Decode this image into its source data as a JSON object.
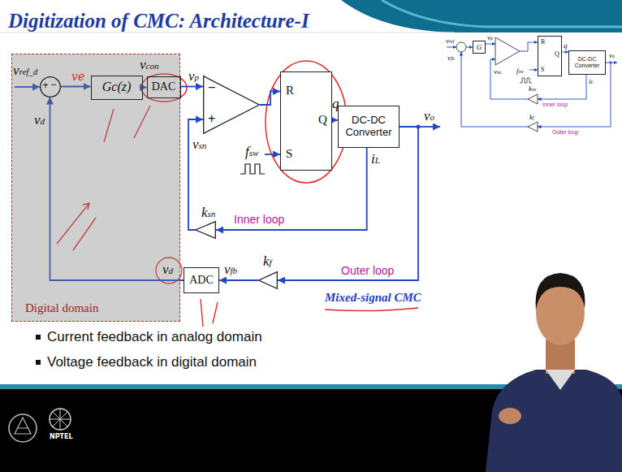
{
  "diagram": {
    "title": "Digitization of CMC: Architecture-I",
    "nodes": [
      {
        "text": [
          "Digital domain"
        ]
      },
      {
        "text": [
          "+",
          "−"
        ],
        "in": 0
      },
      {
        "text": [
          "Gc(z)"
        ],
        "in": 0
      },
      {
        "text": [
          "DAC"
        ],
        "in": 0
      },
      {
        "text": [
          "−",
          "+"
        ]
      },
      {
        "text": [
          "R",
          "Q",
          "S"
        ]
      },
      {
        "text": [
          "DC-DC Converter"
        ]
      },
      {
        "text": [
          "ksn"
        ]
      },
      {
        "text": [
          "ADC"
        ]
      },
      {
        "text": [
          "kf"
        ]
      },
      {
        "text": [
          "G"
        ]
      },
      {
        "text": [
          "R",
          "Q",
          "S"
        ]
      },
      {
        "text": [
          "DC-DC Converter"
        ]
      }
    ],
    "edges": [
      {
        "from": 1,
        "to": 2,
        "arrow": "to"
      },
      {
        "from": 2,
        "to": 3,
        "label": "vcon",
        "arrow": "to"
      },
      {
        "from": 3,
        "to": 4,
        "label": "vp",
        "arrow": "to"
      },
      {
        "from": 4,
        "to": 5,
        "arrow": "to"
      },
      {
        "from": 5,
        "to": 6,
        "label": "q",
        "arrow": "to"
      },
      {
        "from": 6,
        "to": 7,
        "label": "iL",
        "arrow": "to"
      },
      {
        "from": 7,
        "to": 4,
        "label": "vsn",
        "arrow": "to"
      },
      {
        "from": 6,
        "to": 9,
        "arrow": "to"
      },
      {
        "from": 9,
        "to": 8,
        "label": "vfb",
        "arrow": "to"
      },
      {
        "from": 8,
        "to": 1,
        "label": "vd",
        "arrow": "to"
      },
      {
        "from": 11,
        "to": 12,
        "label": "q",
        "arrow": "to"
      }
    ],
    "labels": [
      "vref_d",
      "ve",
      "fsw",
      "vo",
      "Inner loop",
      "Outer loop",
      "vd",
      "Mixed-signal CMC",
      "Current feedback in analog domain",
      "Voltage feedback in digital domain",
      "vref",
      "vfb",
      "vp",
      "vsn",
      "fsw",
      "vo",
      "iL",
      "ksn",
      "Inner loop",
      "kf",
      "Outer loop",
      "NPTEL"
    ]
  }
}
